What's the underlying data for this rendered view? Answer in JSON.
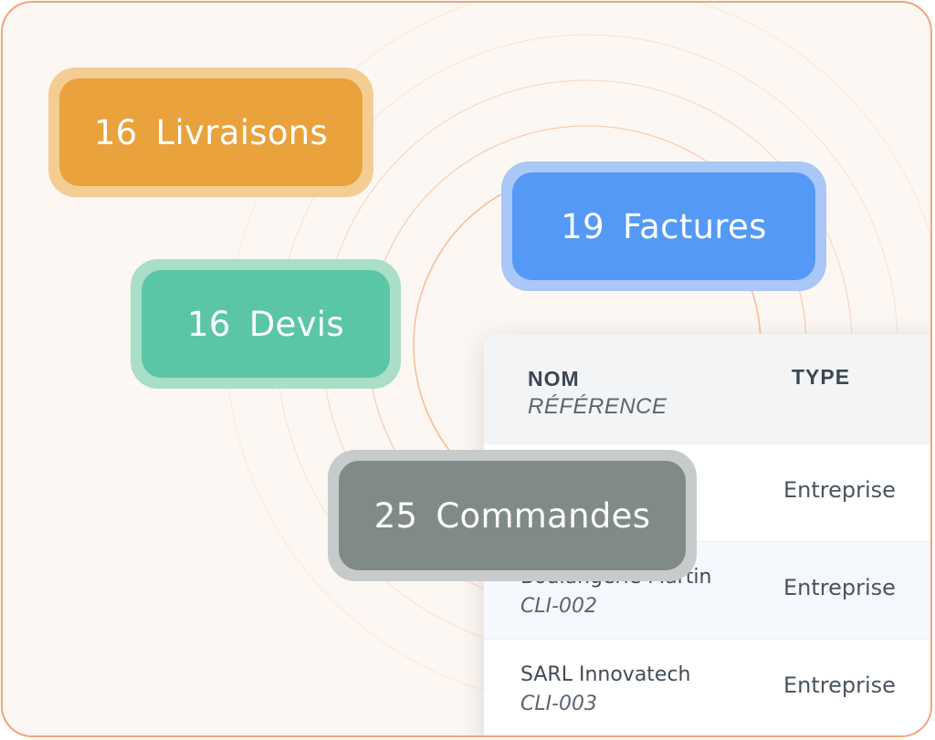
{
  "badges": {
    "livraisons": {
      "count": "16",
      "label": "Livraisons"
    },
    "factures": {
      "count": "19",
      "label": "Factures"
    },
    "devis": {
      "count": "16",
      "label": "Devis"
    },
    "commandes": {
      "count": "25",
      "label": "Commandes"
    }
  },
  "table": {
    "headers": {
      "name": "NOM",
      "reference": "RÉFÉRENCE",
      "type": "TYPE"
    },
    "rows": [
      {
        "name": "",
        "reference": "",
        "type": "Entreprise"
      },
      {
        "name": "Boulangerie Martin",
        "reference": "CLI-002",
        "type": "Entreprise"
      },
      {
        "name": "SARL Innovatech",
        "reference": "CLI-003",
        "type": "Entreprise"
      }
    ]
  },
  "colors": {
    "livraisons": "#e9a23c",
    "factures": "#5499f6",
    "devis": "#5bc6a6",
    "commandes": "#808b89",
    "border": "#f4a27a"
  }
}
